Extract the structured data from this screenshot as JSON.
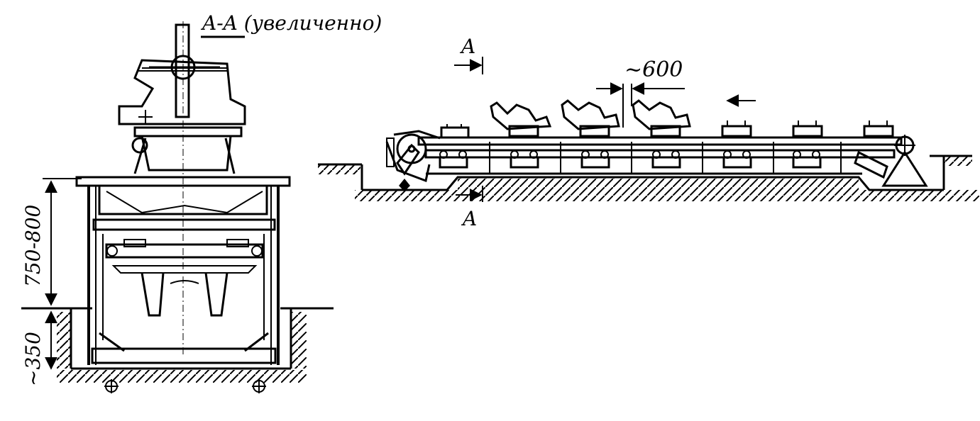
{
  "section_title": "A-A (увеличенно)",
  "section_marks": {
    "top": "A",
    "bottom": "A"
  },
  "dimensions": {
    "pitch": "~600",
    "height_above_floor": "750-800",
    "pit_depth": "~350"
  },
  "conveyor": {
    "pallet_count": 7,
    "direction": "right-to-left"
  },
  "colors": {
    "ink": "#000000",
    "paper": "#ffffff"
  }
}
